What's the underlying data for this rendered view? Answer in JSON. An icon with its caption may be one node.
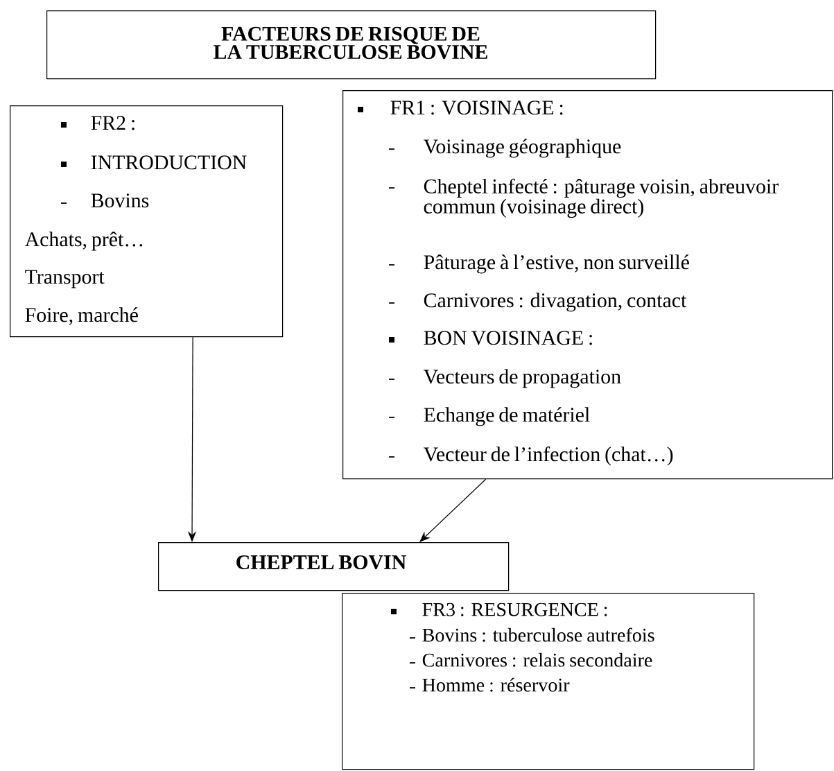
{
  "diagram": {
    "nodes": [
      {
        "text": [
          "FACTEURS DE RISQUE DE LA TUBERCULOSE BOVINE"
        ]
      },
      {
        "text": [
          "FR2 :",
          "INTRODUCTION",
          "Bovins",
          "Achats, prêt…",
          "Transport",
          "Foire, marché"
        ]
      },
      {
        "text": [
          "FR1 : VOISINAGE :",
          "Voisinage géographique",
          "Cheptel infecté : pâturage voisin, abreuvoir commun (voisinage direct)",
          "Pâturage à l’estive, non surveillé",
          "Carnivores : divagation, contact",
          "BON VOISINAGE :",
          "Vecteurs de propagation",
          "Echange de matériel",
          "Vecteur de l’infection (chat…)"
        ]
      },
      {
        "text": [
          "CHEPTEL BOVIN"
        ]
      },
      {
        "text": [
          "FR3 : RESURGENCE :",
          "Bovins : tuberculose autrefois",
          "Carnivores : relais secondaire",
          "Homme : réservoir"
        ]
      }
    ],
    "edges": [
      {
        "from": 1,
        "to": 3,
        "arrow": "to"
      },
      {
        "from": 2,
        "to": 3,
        "arrow": "to"
      }
    ]
  }
}
